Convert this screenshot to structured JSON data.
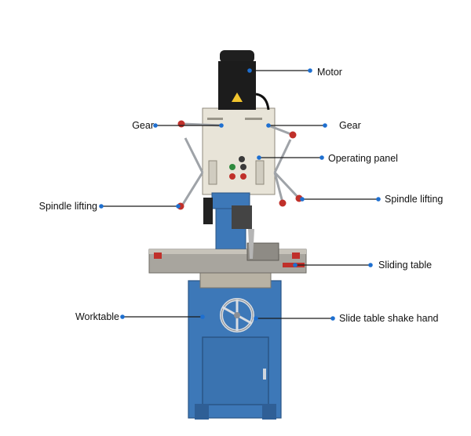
{
  "labels": {
    "motor": "Motor",
    "gear_left": "Gear",
    "gear_right": "Gear",
    "operating_panel": "Operating panel",
    "spindle_left": "Spindle lifting",
    "spindle_right": "Spindle lifting",
    "sliding_table": "Sliding table",
    "worktable": "Worktable",
    "shake_hand": "Slide table shake hand"
  },
  "colors": {
    "leader": "#1a1a1a",
    "dot": "#1e6fd0",
    "machine_blue": "#3d78b8",
    "panel_cream": "#e8e4d8",
    "table_steel": "#a8a59e",
    "handle_red": "#c0302a"
  }
}
